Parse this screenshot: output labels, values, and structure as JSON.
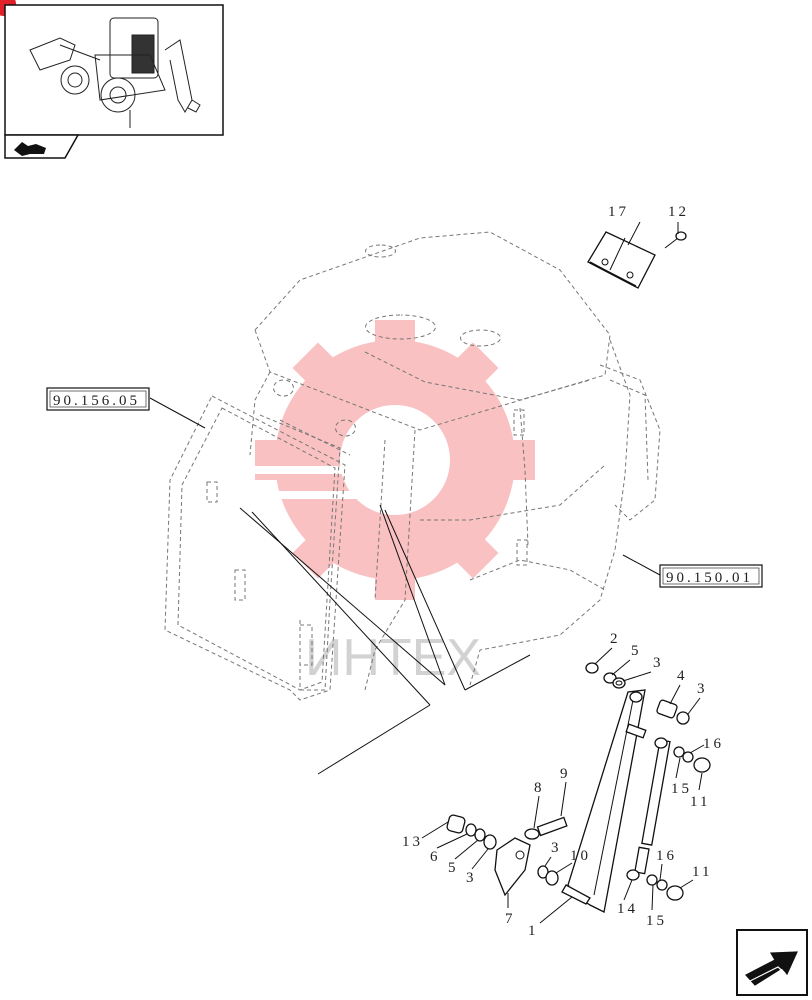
{
  "thumbnail": {
    "icon": "backhoe-loader-thumbnail"
  },
  "nav": {
    "prev_icon": "page-back-arrow-icon",
    "next_icon": "page-forward-arrow-icon"
  },
  "references": {
    "door_glass": "90.156.05",
    "cab_frame": "90.150.01"
  },
  "parts": {
    "p1": "1",
    "p2": "2",
    "p3a": "3",
    "p3b": "3",
    "p3c": "3",
    "p3d": "3",
    "p4": "4",
    "p5a": "5",
    "p5b": "5",
    "p6": "6",
    "p7": "7",
    "p8": "8",
    "p9": "9",
    "p10": "10",
    "p11a": "11",
    "p11b": "11",
    "p12": "12",
    "p13": "13",
    "p14": "14",
    "p15a": "15",
    "p15b": "15",
    "p16a": "16",
    "p16b": "16",
    "p17": "17"
  },
  "watermark": {
    "text": "ИНТЕХ",
    "color": "#f05050"
  }
}
